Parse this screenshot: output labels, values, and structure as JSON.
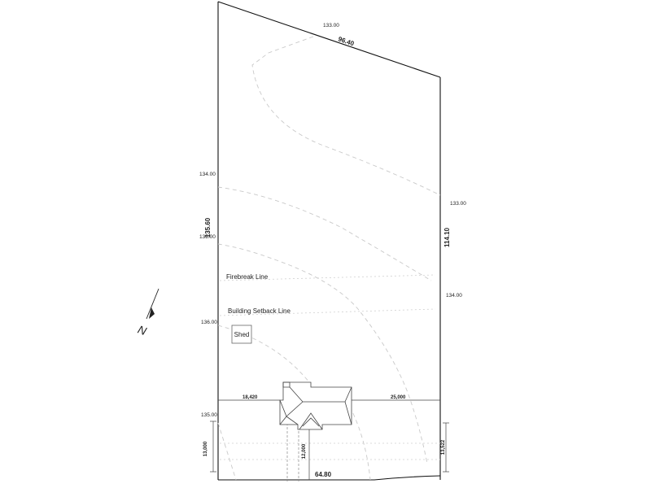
{
  "boundary": {
    "top_length": "96.40",
    "left_length": "135.60",
    "right_length": "114.10",
    "bottom_length": "64.80"
  },
  "contours": {
    "c_133_top": "133.00",
    "c_134_left": "134.00",
    "c_133_right": "133.00",
    "c_135_left": "135.00",
    "c_134_right": "134.00",
    "c_136_left": "136.00",
    "c_135_bottom": "135.00"
  },
  "annotations": {
    "firebreak": "Firebreak Line",
    "setback": "Building Setback Line",
    "shed": "Shed",
    "north": "N"
  },
  "dimensions": {
    "house_left_offset": "18,420",
    "house_right_offset": "25,000",
    "front_setback_left": "13,000",
    "driveway_offset": "12,000",
    "front_setback_right": "13,522"
  },
  "colors": {
    "boundary": "#111111",
    "contour": "#c9c9c9"
  }
}
